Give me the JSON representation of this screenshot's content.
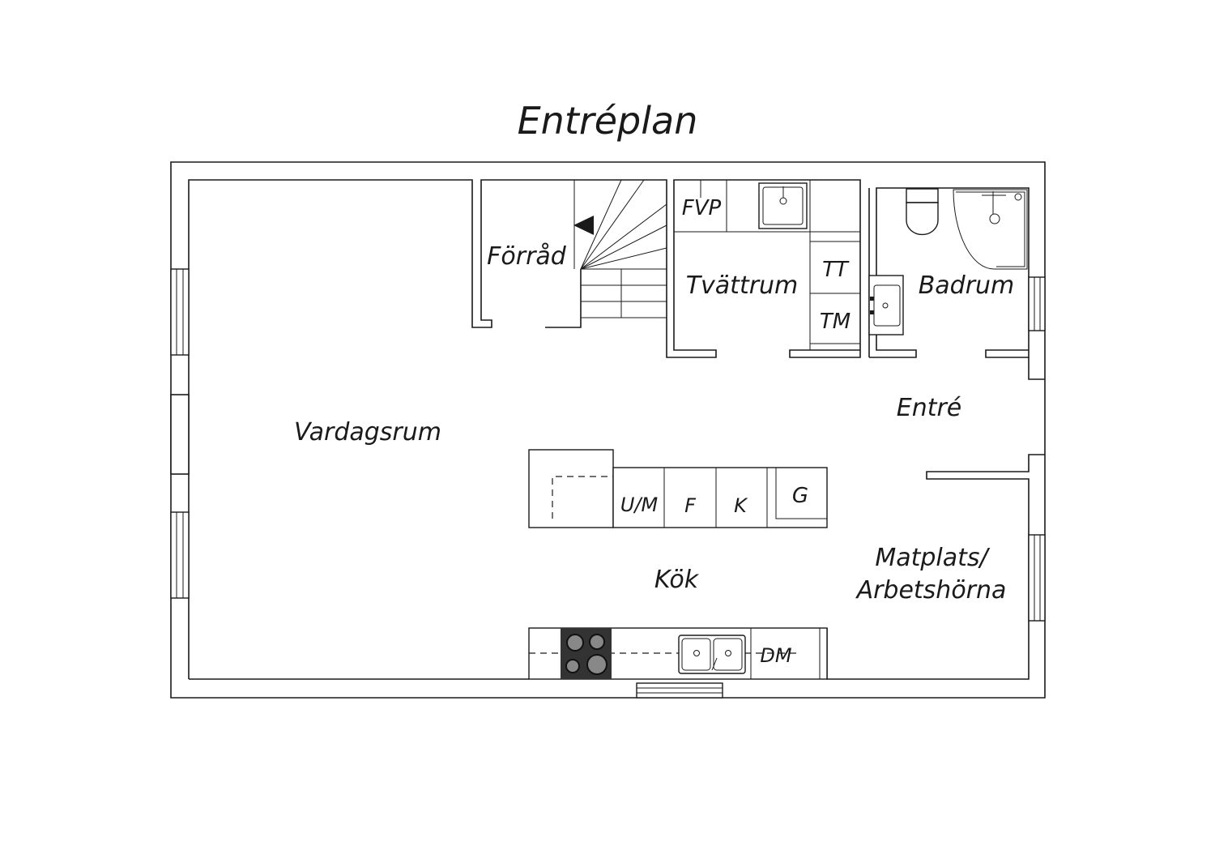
{
  "title": "Entréplan",
  "rooms": {
    "forrad": "Förråd",
    "tvattrum": "Tvättrum",
    "badrum": "Badrum",
    "vardagsrum": "Vardagsrum",
    "entre": "Entré",
    "kok": "Kök",
    "matplats_line1": "Matplats/",
    "matplats_line2": "Arbetshörna"
  },
  "fixtures": {
    "fvp": "FVP",
    "tt": "TT",
    "tm": "TM",
    "um": "U/M",
    "f": "F",
    "k": "K",
    "g": "G",
    "dm": "DM"
  }
}
